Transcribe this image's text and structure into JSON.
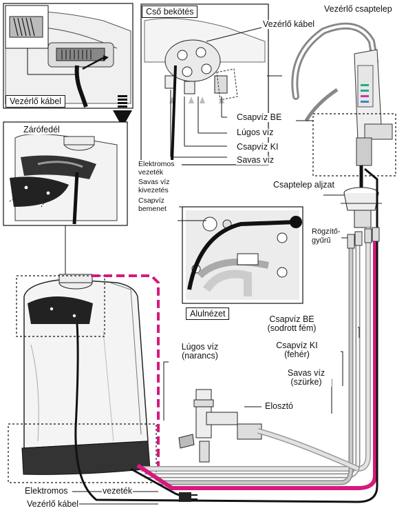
{
  "labels": {
    "top_left_cable": "Vezérlő kábel",
    "cover": "Zárófedél",
    "pipe_connection": "Cső bekötés",
    "control_cable_top": "Vezérlő kábel",
    "control_faucet": "Vezérlő csaptelep",
    "tap_in": "Csapvíz BE",
    "alkaline": "Lúgos víz",
    "tap_out": "Csapvíz KI",
    "acid": "Savas víz",
    "faucet_socket": "Csaptelep aljzat",
    "electric_wire_small": "Elektromos vezeték",
    "acid_outlet_small": "Savas víz kivezetés",
    "tap_inlet_small": "Csapvíz bemenet",
    "fixing_ring": "Rögzítő-gyűrű",
    "bottom_view": "Alulnézet",
    "tap_in_braided": "Csapvíz BE (sodrott fém)",
    "tap_out_white": "Csapvíz KI (fehér)",
    "alkaline_orange": "Lúgos víz (narancs)",
    "acid_grey": "Savas víz (szürke)",
    "splitter": "Elosztó",
    "electric": "Elektromos",
    "wire": "vezeték",
    "control_cable_bottom": "Vezérlő kábel"
  },
  "colors": {
    "alkaline_hose": "#d6197d",
    "acid_hose": "#c9c9c9",
    "tap_hose": "#e6e6e6",
    "cable": "#111111",
    "unit_body": "#f4f4f4",
    "unit_base": "#333333"
  }
}
